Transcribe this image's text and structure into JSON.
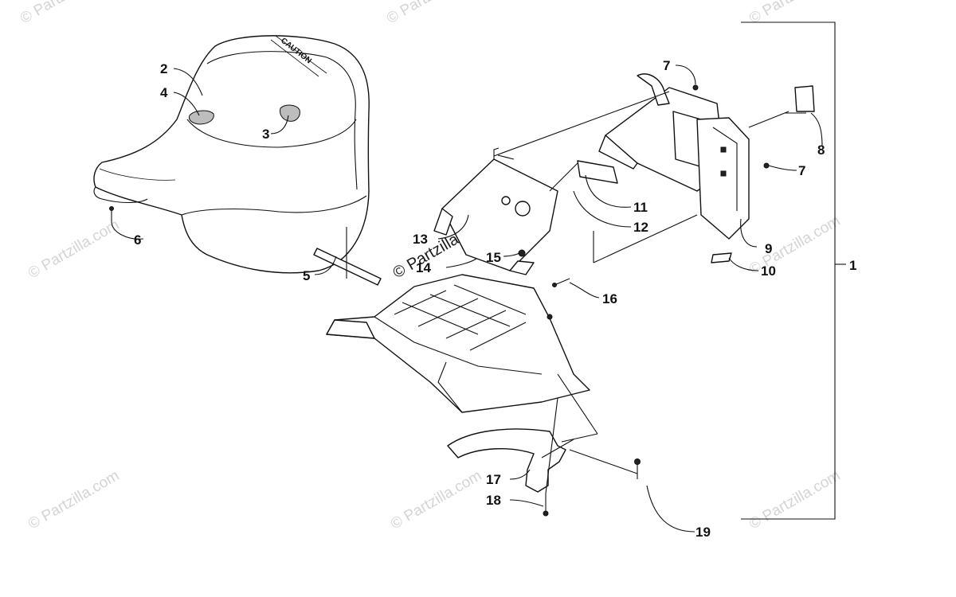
{
  "watermark": {
    "text": "© Partzilla.com",
    "center_text": "© Partzilla.com"
  },
  "seat_text": "CAUTION",
  "callouts": {
    "c1": "1",
    "c2": "2",
    "c3": "3",
    "c4": "4",
    "c5": "5",
    "c6": "6",
    "c7a": "7",
    "c7b": "7",
    "c8": "8",
    "c9": "9",
    "c10": "10",
    "c11": "11",
    "c12": "12",
    "c13": "13",
    "c14": "14",
    "c15": "15",
    "c16": "16",
    "c17": "17",
    "c18": "18",
    "c19": "19"
  }
}
